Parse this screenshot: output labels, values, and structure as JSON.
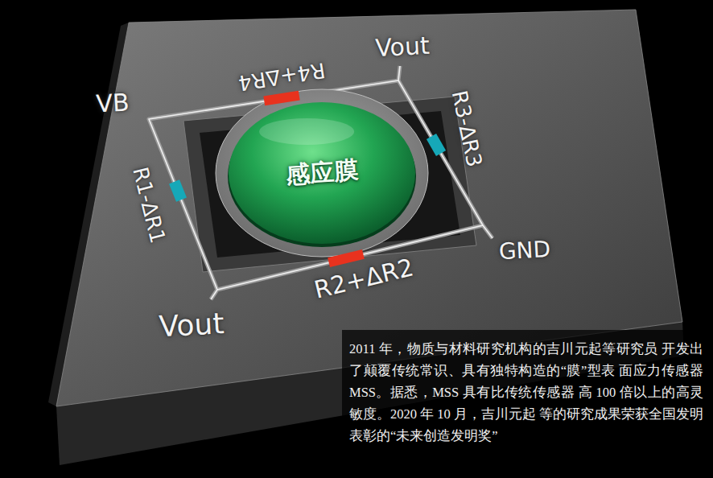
{
  "diagram": {
    "caption": "2011 年，物质与材料研究机构的吉川元起等研究员 开发出了颠覆传统常识、具有独特构造的“膜”型表 面应力传感器 MSS。据悉，MSS 具有比传统传感器 高 100 倍以上的高灵敏度。2020 年 10 月，吉川元起 等的研究成果荣获全国发明表彰的“未来创造发明奖”",
    "nodes": [
      {
        "text": [
          "感应膜"
        ]
      }
    ],
    "labels": [
      "VB",
      "R4+ΔR4",
      "Vout",
      "R3-ΔR3",
      "R1-ΔR1",
      "GND",
      "R2+ΔR2",
      "Vout"
    ]
  }
}
